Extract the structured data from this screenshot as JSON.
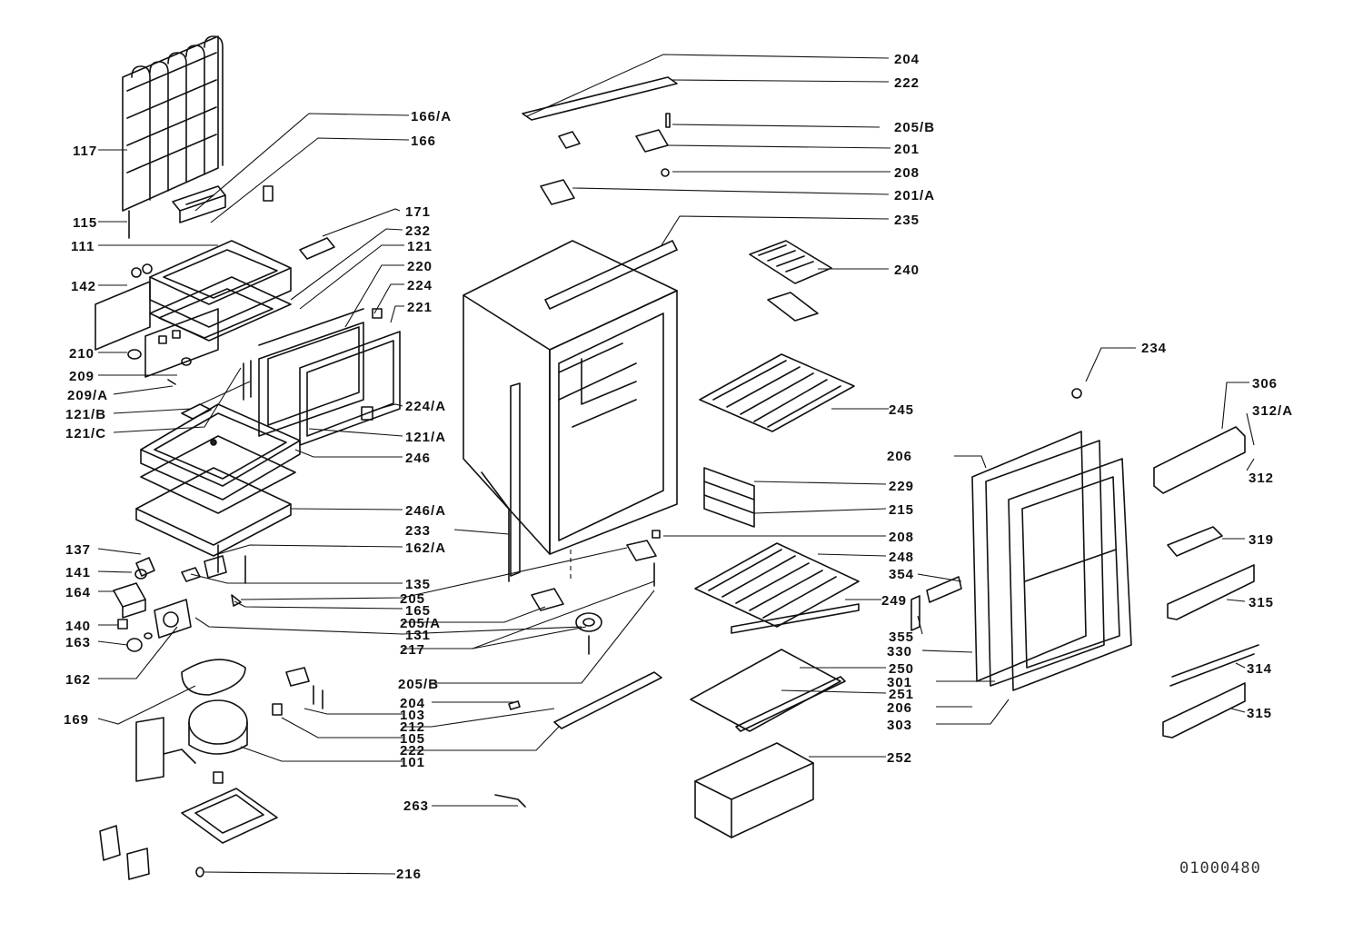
{
  "document_id": "01000480",
  "callouts": [
    {
      "id": "c204a",
      "label": "204"
    },
    {
      "id": "c222a",
      "label": "222"
    },
    {
      "id": "c205b_a",
      "label": "205/B"
    },
    {
      "id": "c201",
      "label": "201"
    },
    {
      "id": "c208a",
      "label": "208"
    },
    {
      "id": "c201a",
      "label": "201/A"
    },
    {
      "id": "c235",
      "label": "235"
    },
    {
      "id": "c240",
      "label": "240"
    },
    {
      "id": "c234",
      "label": "234"
    },
    {
      "id": "c306",
      "label": "306"
    },
    {
      "id": "c312a",
      "label": "312/A"
    },
    {
      "id": "c312",
      "label": "312"
    },
    {
      "id": "c245",
      "label": "245"
    },
    {
      "id": "c206a",
      "label": "206"
    },
    {
      "id": "c229",
      "label": "229"
    },
    {
      "id": "c215",
      "label": "215"
    },
    {
      "id": "c208b",
      "label": "208"
    },
    {
      "id": "c248",
      "label": "248"
    },
    {
      "id": "c354",
      "label": "354"
    },
    {
      "id": "c249",
      "label": "249"
    },
    {
      "id": "c319",
      "label": "319"
    },
    {
      "id": "c315a",
      "label": "315"
    },
    {
      "id": "c355",
      "label": "355"
    },
    {
      "id": "c330",
      "label": "330"
    },
    {
      "id": "c250",
      "label": "250"
    },
    {
      "id": "c301",
      "label": "301"
    },
    {
      "id": "c251",
      "label": "251"
    },
    {
      "id": "c206b",
      "label": "206"
    },
    {
      "id": "c303",
      "label": "303"
    },
    {
      "id": "c314",
      "label": "314"
    },
    {
      "id": "c315b",
      "label": "315"
    },
    {
      "id": "c252",
      "label": "252"
    },
    {
      "id": "c166a",
      "label": "166/A"
    },
    {
      "id": "c166",
      "label": "166"
    },
    {
      "id": "c117",
      "label": "117"
    },
    {
      "id": "c115",
      "label": "115"
    },
    {
      "id": "c111",
      "label": "111"
    },
    {
      "id": "c142",
      "label": "142"
    },
    {
      "id": "c171",
      "label": "171"
    },
    {
      "id": "c232",
      "label": "232"
    },
    {
      "id": "c121",
      "label": "121"
    },
    {
      "id": "c220",
      "label": "220"
    },
    {
      "id": "c224",
      "label": "224"
    },
    {
      "id": "c221",
      "label": "221"
    },
    {
      "id": "c210",
      "label": "210"
    },
    {
      "id": "c209",
      "label": "209"
    },
    {
      "id": "c209a",
      "label": "209/A"
    },
    {
      "id": "c121b",
      "label": "121/B"
    },
    {
      "id": "c121c",
      "label": "121/C"
    },
    {
      "id": "c224a",
      "label": "224/A"
    },
    {
      "id": "c121a",
      "label": "121/A"
    },
    {
      "id": "c246",
      "label": "246"
    },
    {
      "id": "c246a",
      "label": "246/A"
    },
    {
      "id": "c233",
      "label": "233"
    },
    {
      "id": "c162a",
      "label": "162/A"
    },
    {
      "id": "c137",
      "label": "137"
    },
    {
      "id": "c141",
      "label": "141"
    },
    {
      "id": "c135",
      "label": "135"
    },
    {
      "id": "c164",
      "label": "164"
    },
    {
      "id": "c205",
      "label": "205"
    },
    {
      "id": "c165",
      "label": "165"
    },
    {
      "id": "c205a",
      "label": "205/A"
    },
    {
      "id": "c140",
      "label": "140"
    },
    {
      "id": "c131",
      "label": "131"
    },
    {
      "id": "c163",
      "label": "163"
    },
    {
      "id": "c217",
      "label": "217"
    },
    {
      "id": "c162",
      "label": "162"
    },
    {
      "id": "c205b_b",
      "label": "205/B"
    },
    {
      "id": "c169",
      "label": "169"
    },
    {
      "id": "c204b",
      "label": "204"
    },
    {
      "id": "c103",
      "label": "103"
    },
    {
      "id": "c212",
      "label": "212"
    },
    {
      "id": "c105",
      "label": "105"
    },
    {
      "id": "c222b",
      "label": "222"
    },
    {
      "id": "c101",
      "label": "101"
    },
    {
      "id": "c263",
      "label": "263"
    },
    {
      "id": "c216",
      "label": "216"
    }
  ]
}
